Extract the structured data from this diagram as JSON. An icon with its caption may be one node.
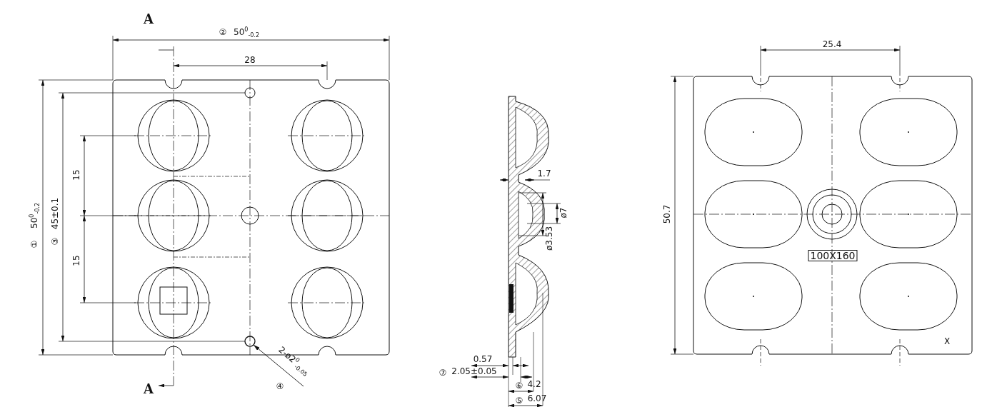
{
  "diagram": {
    "nodes": [
      {
        "text": [
          "2-ø2$^{0}$$_{-0.05}$"
        ]
      },
      {
        "text": [],
        "shape": "circle"
      }
    ],
    "edges": [
      {
        "from": 0,
        "to": 1,
        "arrow": "to"
      }
    ],
    "labels": [
      "②",
      "50$^{0}$$_{-0.2}$",
      "A",
      "28",
      "25.4",
      "15",
      "①",
      "50$^{0}$$_{-0.2}$",
      "③",
      "45±0.1",
      "15",
      "50.7",
      "1.7",
      "ø7",
      "ø3.53",
      "100X160",
      "X",
      "0.57",
      "④",
      "⑦",
      "2.05±0.05",
      "A",
      "⑥",
      "4.2",
      "⑤",
      "6.07"
    ]
  }
}
